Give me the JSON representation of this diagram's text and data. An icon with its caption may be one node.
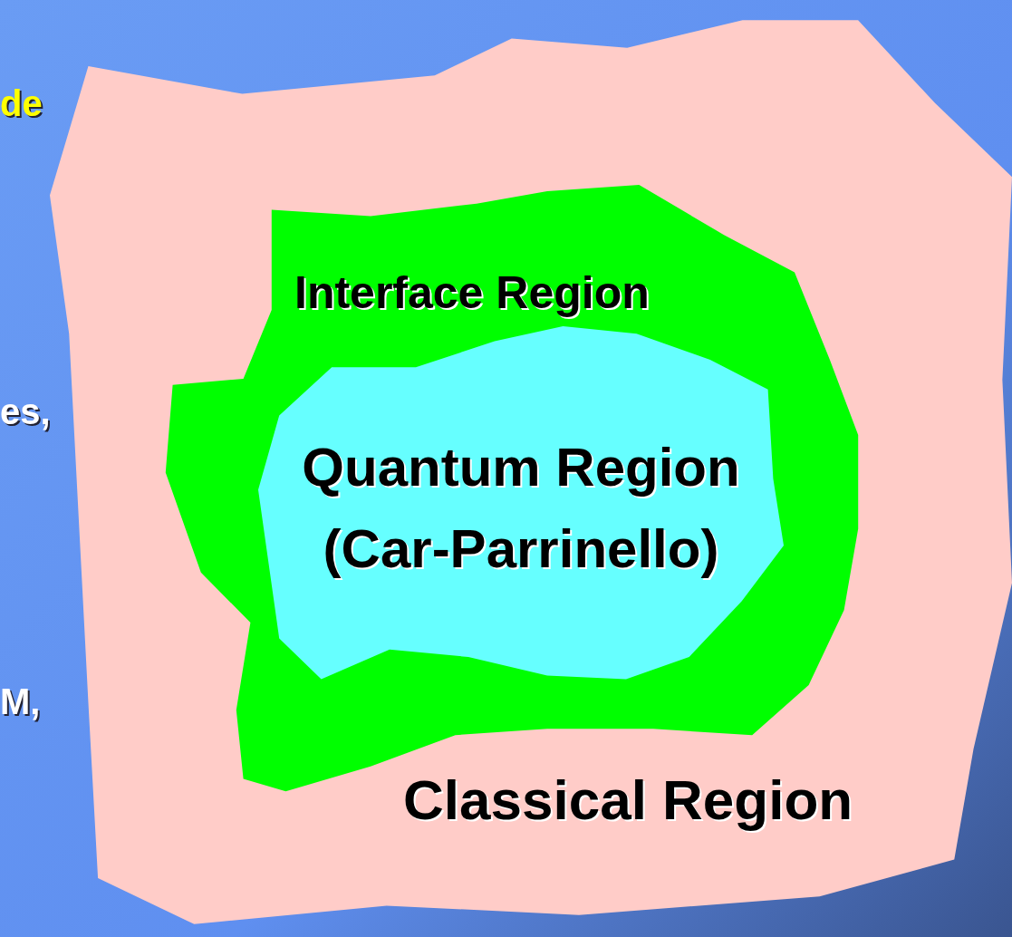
{
  "diagram": {
    "nodes": [
      {
        "text": [
          "Classical Region"
        ]
      },
      {
        "text": [
          "Interface Region"
        ],
        "in": 0
      },
      {
        "text": [
          "Quantum Region (Car-Parrinello)"
        ],
        "in": 1
      }
    ],
    "labels": [
      "de",
      "es,",
      "M,"
    ]
  }
}
